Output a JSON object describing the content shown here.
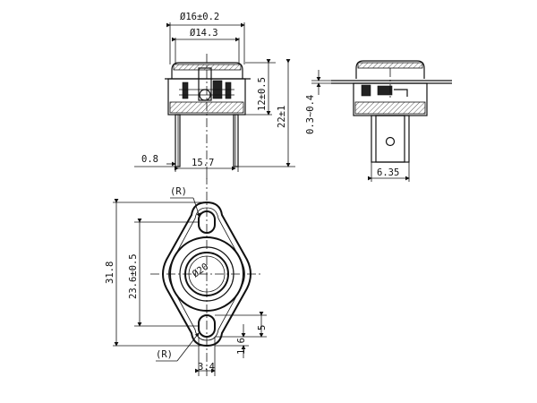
{
  "front_view": {
    "dim_outer_diameter": "Ø16±0.2",
    "dim_inner_diameter": "Ø14.3",
    "dim_body_height": "12±0.5",
    "dim_total_height": "22±1",
    "dim_terminal_thickness": "0.8",
    "dim_terminal_spacing": "15.7"
  },
  "side_view": {
    "dim_flange_thickness": "0.3~0.4",
    "dim_terminal_width": "6.35"
  },
  "bottom_view": {
    "label_radius_top": "(R)",
    "label_radius_bottom": "(R)",
    "dim_overall_length": "31.8",
    "dim_hole_spacing": "23.6±0.5",
    "dim_center_diameter": "Ø20",
    "dim_slot_length": "5",
    "dim_slot_width": "1.6",
    "dim_slot_offset": "3.4"
  }
}
